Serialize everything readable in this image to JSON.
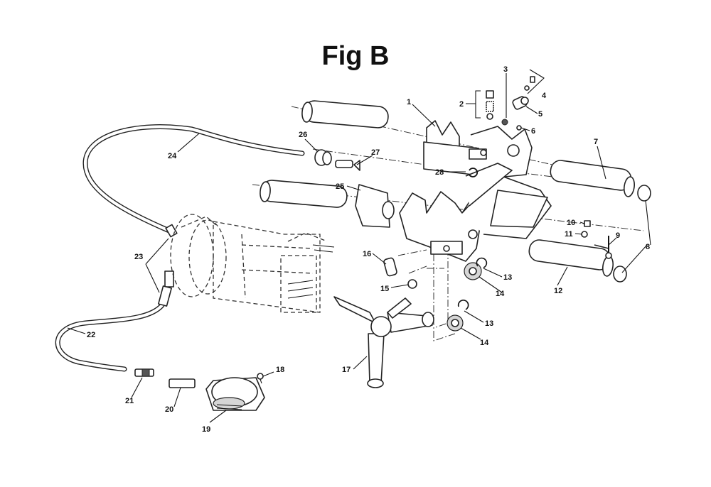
{
  "figure": {
    "title": "Fig B"
  },
  "callouts": [
    "1",
    "2",
    "3",
    "4",
    "5",
    "6",
    "7",
    "8",
    "8",
    "9",
    "10",
    "11",
    "12",
    "13",
    "13",
    "14",
    "14",
    "15",
    "16",
    "17",
    "18",
    "19",
    "20",
    "21",
    "22",
    "23",
    "24",
    "25",
    "26",
    "27",
    "28"
  ]
}
